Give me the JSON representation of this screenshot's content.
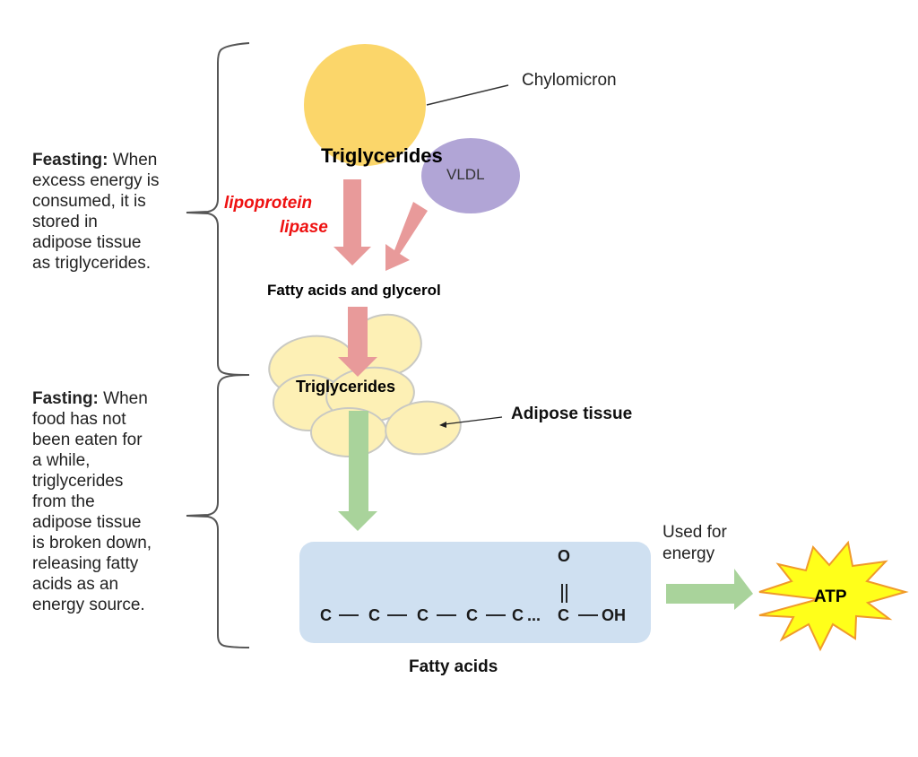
{
  "colors": {
    "chylomicron": "#fbd66a",
    "vldl": "#b1a5d6",
    "red_arrow": "#e89a9a",
    "green_arrow": "#a9d39b",
    "adipose_fill": "#fdf0b5",
    "adipose_stroke": "#c9c9c3",
    "fatty_acid_box": "#cfe0f1",
    "enzyme_text": "#ee1111",
    "atp_fill": "#ffff1a",
    "atp_stroke": "#f09a2a"
  },
  "feasting": {
    "heading": "Feasting:",
    "body": " When\nexcess energy is\nconsumed, it is\nstored in\nadipose tissue\nas triglycerides."
  },
  "fasting": {
    "heading": "Fasting:",
    "body": " When\nfood has not\nbeen eaten for\na while,\ntriglycerides\nfrom the\nadipose tissue\nis broken down,\nreleasing fatty\nacids as an\nenergy source."
  },
  "chylomicron": {
    "label": "Chylomicron"
  },
  "triglycerides_top": "Triglycerides",
  "vldl": {
    "label": "VLDL"
  },
  "enzyme": {
    "line1": "lipoprotein",
    "line2": "lipase"
  },
  "fatty_acids_glycerol": "Fatty acids and glycerol",
  "adipose": {
    "triglycerides_label": "Triglycerides",
    "label": "Adipose tissue"
  },
  "fatty_acid_structure": {
    "carbons": [
      "C",
      "C",
      "C",
      "C",
      "C"
    ],
    "ellipsis": "...",
    "carboxyl_carbon": "C",
    "carbonyl_oxygen": "O",
    "hydroxyl": "OH",
    "caption": "Fatty acids"
  },
  "energy": {
    "label_line1": "Used for",
    "label_line2": "energy",
    "atp": "ATP"
  }
}
